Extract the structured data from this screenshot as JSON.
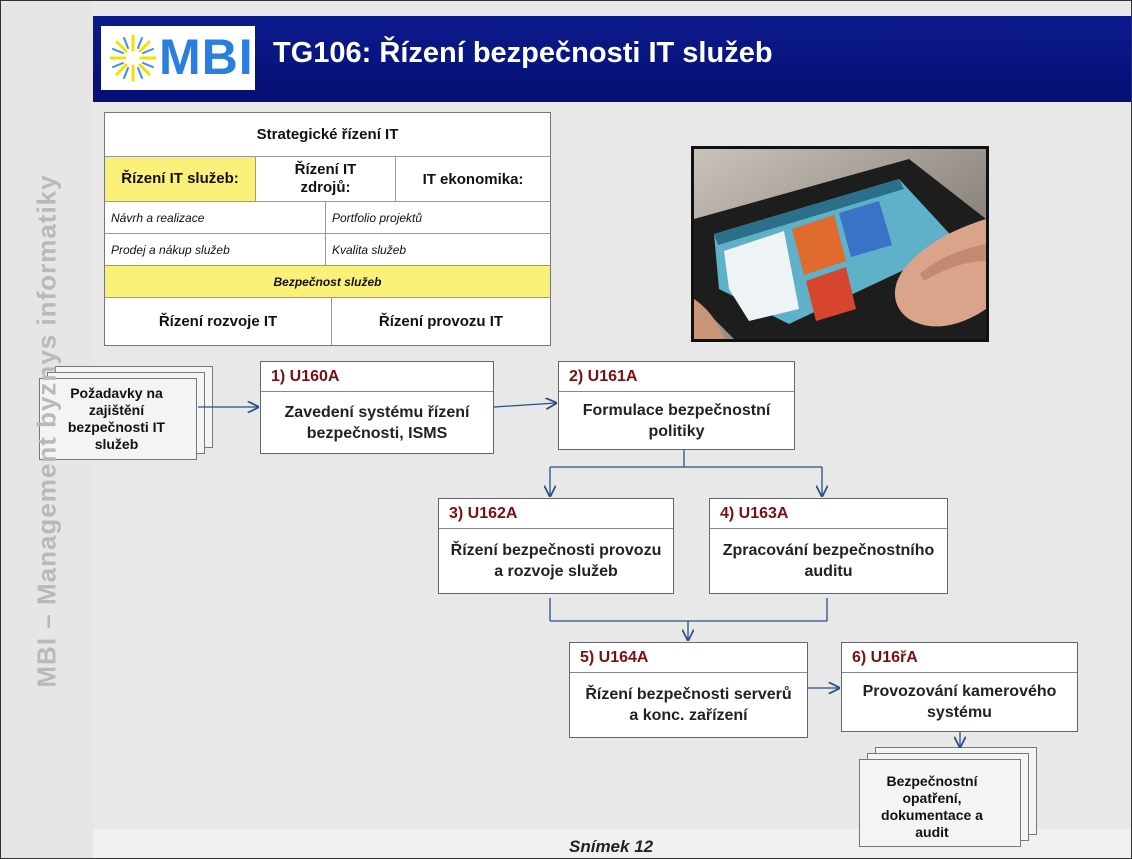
{
  "header": {
    "logo_text": "MBI",
    "title": "TG106: Řízení bezpečnosti IT služeb"
  },
  "side_label": "MBI – Management byznys informatiky",
  "framework": {
    "top": "Strategické řízení IT",
    "row2": [
      "Řízení IT služeb:",
      "Řízení IT zdrojů:",
      "IT ekonomika:"
    ],
    "row3": [
      "Návrh a realizace",
      "Portfolio projektů"
    ],
    "row4": [
      "Prodej a nákup služeb",
      "Kvalita služeb"
    ],
    "highlight": "Bezpečnost služeb",
    "bottom": [
      "Řízení rozvoje IT",
      "Řízení provozu IT"
    ]
  },
  "input_doc": "Požadavky na zajištění bezpečnosti IT služeb",
  "output_doc": "Bezpečnostní opatření, dokumentace a audit",
  "processes": [
    {
      "head": "1)  U160A",
      "body": "Zavedení systému řízení bezpečnosti, ISMS"
    },
    {
      "head": "2)  U161A",
      "body": "Formulace bezpečnostní politiky"
    },
    {
      "head": "3)  U162A",
      "body": "Řízení bezpečnosti provozu a rozvoje služeb"
    },
    {
      "head": "4)  U163A",
      "body": "Zpracování bezpečnostního auditu"
    },
    {
      "head": "5)  U164A",
      "body": "Řízení bezpečnosti serverů a konc. zařízení"
    },
    {
      "head": "6)  U16řA",
      "body": "Provozování kamerového systému"
    }
  ],
  "footer": "Snímek  12",
  "colors": {
    "title_bar": "#040f74",
    "logo_blue": "#2a7ee0",
    "highlight_yellow": "#faf07a",
    "process_code": "#7a1010"
  }
}
